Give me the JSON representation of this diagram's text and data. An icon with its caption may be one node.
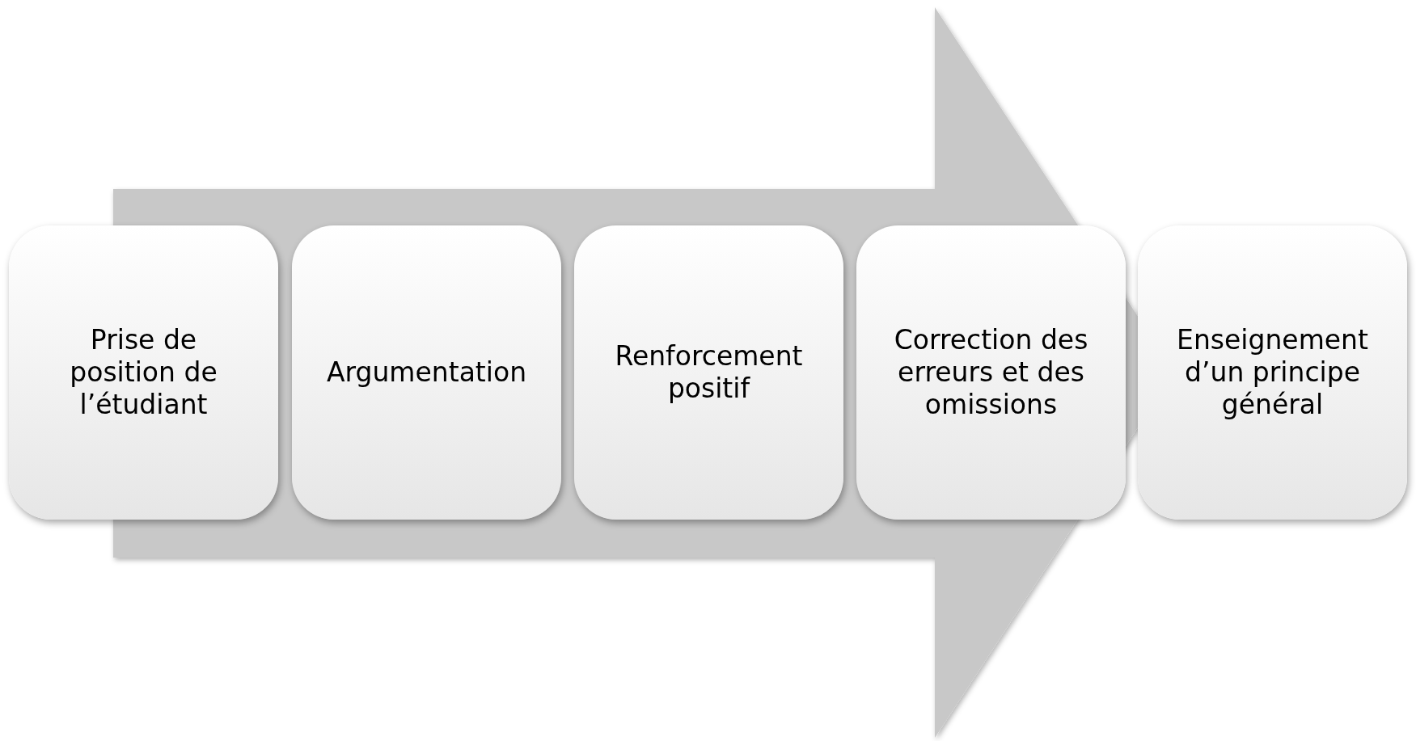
{
  "diagram": {
    "nodes": [
      {
        "text": [
          "Prise de position de l’étudiant"
        ]
      },
      {
        "text": [
          "Argumentation"
        ]
      },
      {
        "text": [
          "Renforcement positif"
        ]
      },
      {
        "text": [
          "Correction des erreurs et des omissions"
        ]
      },
      {
        "text": [
          "Enseignement d’un principe général"
        ]
      }
    ],
    "edges": [
      {
        "from": 0,
        "to": 4,
        "arrow": "to"
      }
    ]
  }
}
